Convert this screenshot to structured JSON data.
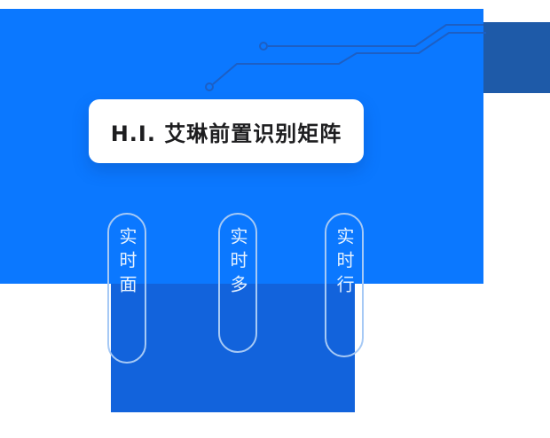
{
  "colors": {
    "primary_blue": "#0b78ff",
    "dark_blue": "#1e5aa8",
    "bottom_panel_blue": "#1263dc",
    "card_bg": "#ffffff",
    "card_text": "#1d1d1f",
    "pill_border": "#a6c9f5",
    "pill_text": "#e6f2ff",
    "circuit_line": "#1d5fc4"
  },
  "hero": {
    "title": "H.I. 艾琳前置识别矩阵"
  },
  "pills": [
    {
      "label": "实时面"
    },
    {
      "label": "实时多"
    },
    {
      "label": "实时行"
    }
  ],
  "icons": {
    "circuit": "circuit-trace-decoration"
  }
}
